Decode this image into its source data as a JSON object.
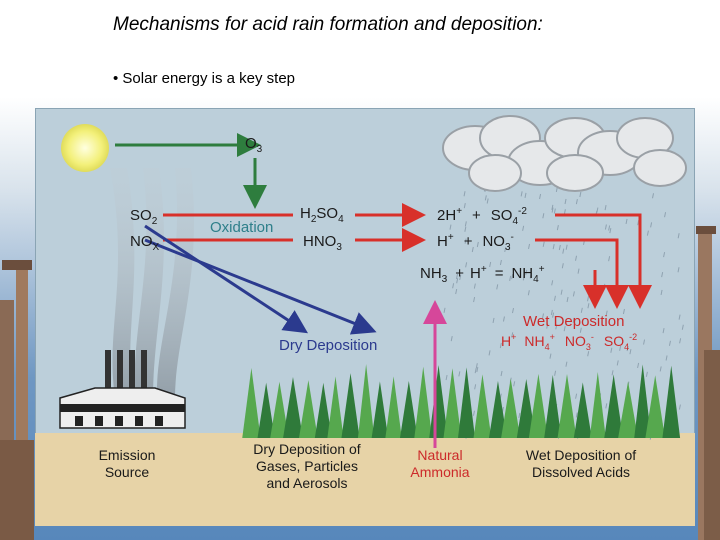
{
  "slide": {
    "title": "Mechanisms for acid rain formation and deposition:",
    "bullet": "Solar energy is a key step"
  },
  "diagram": {
    "o3": "O",
    "o3_sub": "3",
    "so2": "SO",
    "so2_sub": "2",
    "nox": "NO",
    "nox_sub": "X",
    "oxidation": "Oxidation",
    "h2so4_a": "H",
    "h2so4_sub": "2",
    "h2so4_b": "SO",
    "h2so4_sub2": "4",
    "hno3": "HNO",
    "hno3_sub": "3",
    "ion_2h": "2H",
    "ion_2h_sup": "+",
    "plus": "+",
    "ion_so4": "SO",
    "ion_so4_sub": "4",
    "ion_so4_sup": "-2",
    "ion_h": "H",
    "ion_h_sup": "+",
    "ion_no3": "NO",
    "ion_no3_sub": "3",
    "ion_no3_sup": "-",
    "nh3": "NH",
    "nh3_sub": "3",
    "ion_h2": "H",
    "ion_h2_sup": "+",
    "equals": "=",
    "ion_nh4": "NH",
    "ion_nh4_sub": "4",
    "ion_nh4_sup": "+",
    "dry_deposition": "Dry Deposition",
    "wet_deposition": "Wet Deposition",
    "wet_h": "H",
    "wet_h_sup": "+",
    "wet_nh4": "NH",
    "wet_nh4_sub": "4",
    "wet_nh4_sup": "+",
    "wet_no3": "NO",
    "wet_no3_sub": "3",
    "wet_no3_sup": "-",
    "wet_so4": "SO",
    "wet_so4_sub": "4",
    "wet_so4_sup": "-2",
    "emission_line1": "Emission",
    "emission_line2": "Source",
    "dry_caption_line1": "Dry Deposition of",
    "dry_caption_line2": "Gases, Particles",
    "dry_caption_line3": "and Aerosols",
    "ammonia_line1": "Natural",
    "ammonia_line2": "Ammonia",
    "wet_caption_line1": "Wet Deposition of",
    "wet_caption_line2": "Dissolved Acids"
  },
  "colors": {
    "sky": "#bccfda",
    "ground": "#e7d3a7",
    "green_arrow": "#2e7d3e",
    "red_arrow": "#d8302a",
    "blue_arrow": "#2b3a8e",
    "pink_arrow": "#d6479a",
    "oxidation_text": "#2e7f8a",
    "wet_text": "#cc2a2a",
    "ammonia_text": "#cc2a2a",
    "tree_dark": "#2f7a3a",
    "tree_light": "#56a84e"
  }
}
